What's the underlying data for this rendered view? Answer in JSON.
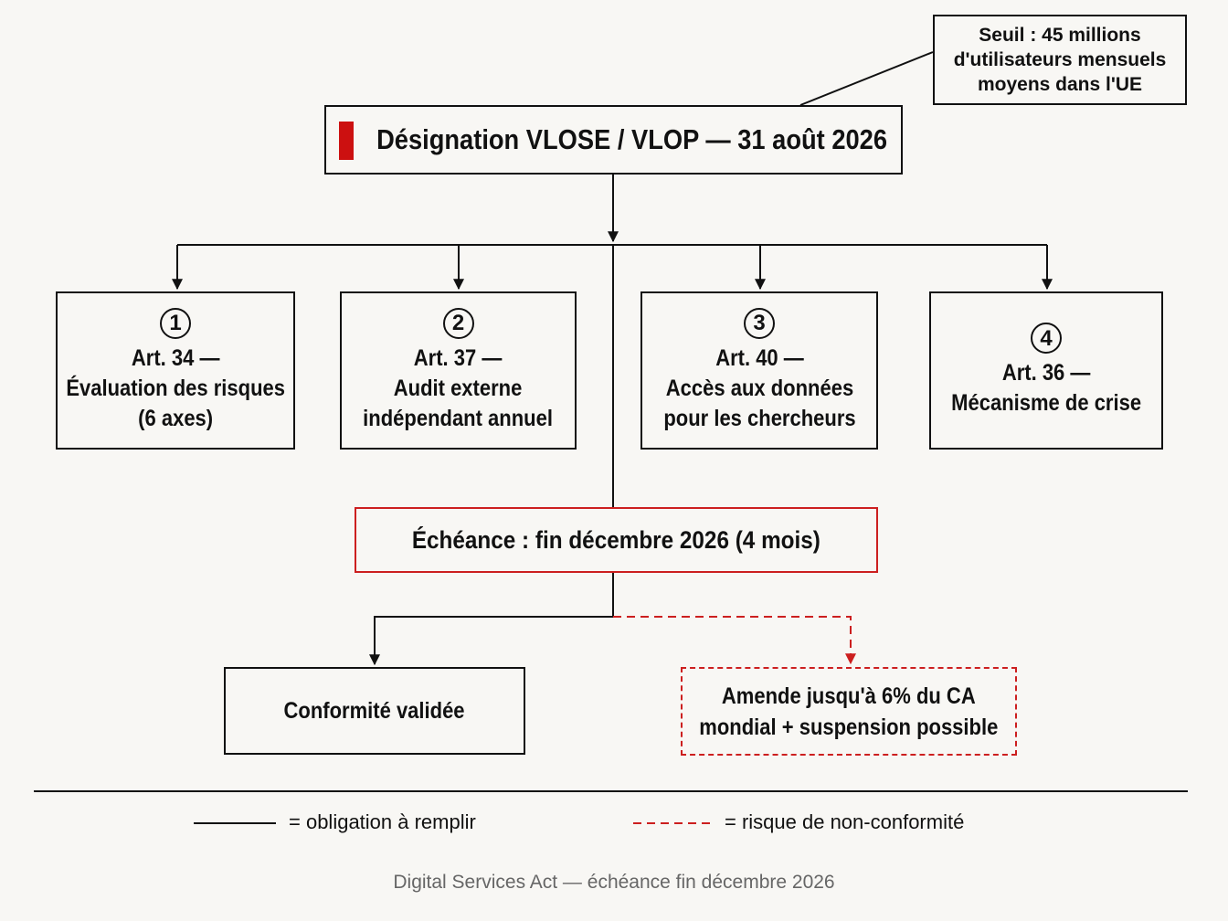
{
  "threshold": {
    "line1": "Seuil : 45 millions",
    "line2": "d'utilisateurs mensuels",
    "line3": "moyens dans l'UE"
  },
  "designation": {
    "title": "Désignation VLOSE / VLOP — 31 août 2026"
  },
  "articles": [
    {
      "num": "1",
      "line1": "Art. 34 —",
      "line2": "Évaluation des risques",
      "line3": "(6 axes)"
    },
    {
      "num": "2",
      "line1": "Art. 37 —",
      "line2": "Audit externe",
      "line3": "indépendant annuel"
    },
    {
      "num": "3",
      "line1": "Art. 40 —",
      "line2": "Accès aux données",
      "line3": "pour les chercheurs"
    },
    {
      "num": "4",
      "line1": "Art. 36 —",
      "line2": "Mécanisme de crise"
    }
  ],
  "deadline": {
    "label": "Échéance : fin décembre 2026 (4 mois)"
  },
  "outcomes": {
    "compliant": "Conformité validée",
    "penalty_line1": "Amende jusqu'à 6% du CA",
    "penalty_line2": "mondial + suspension possible"
  },
  "legend": {
    "solid": "= obligation à remplir",
    "dashed": "= risque de non-conformité"
  },
  "footer": "Digital Services Act — échéance fin décembre 2026",
  "colors": {
    "accent_red": "#cc1f1f",
    "line": "#111111",
    "background": "#f8f7f4"
  }
}
